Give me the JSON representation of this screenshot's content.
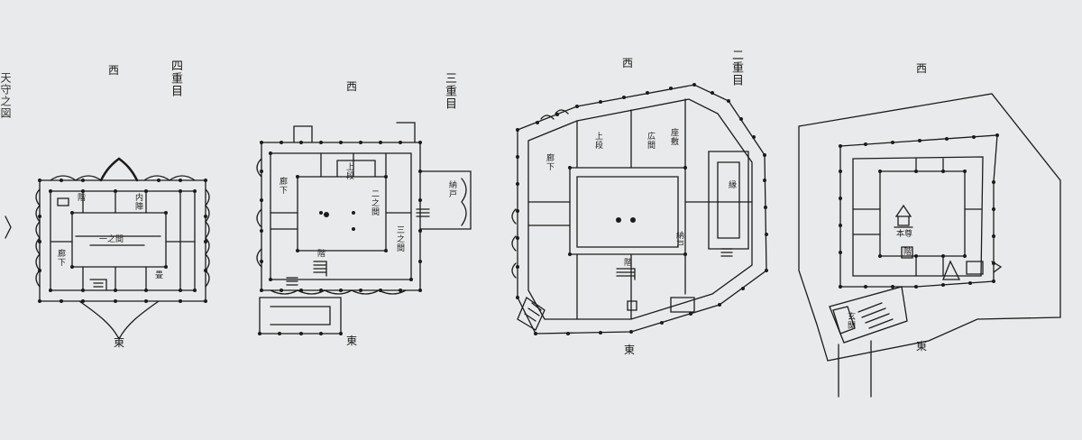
{
  "plan_labels": {
    "floor4": {
      "floor": "四重目",
      "west": "西",
      "east": "東",
      "inner": "一之間",
      "notes": [
        "階",
        "畳",
        "廊下",
        "内陣"
      ]
    },
    "floor3": {
      "floor": "三重目",
      "west": "西",
      "east": "東",
      "notes": [
        "上段",
        "二之間",
        "階",
        "廊下",
        "三之間",
        "納戸"
      ]
    },
    "floor2": {
      "floor": "二重目",
      "west": "西",
      "east": "東",
      "notes": [
        "広間",
        "座敷",
        "階",
        "縁",
        "廊下",
        "納戸",
        "上段"
      ]
    },
    "floor1": {
      "floor": "",
      "west": "西",
      "east": "東",
      "notes": [
        "本尊",
        "階",
        "玄関"
      ]
    }
  },
  "edge_text": "天守之図"
}
